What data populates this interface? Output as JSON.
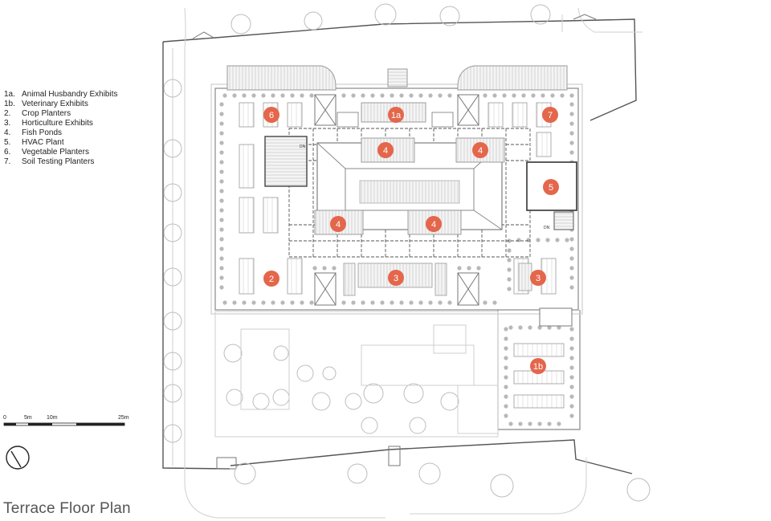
{
  "title": "Terrace Floor Plan",
  "colors": {
    "marker": "#e4664b",
    "line": "#9a9a9a",
    "dark_line": "#444444",
    "label_text": "#ffffff"
  },
  "legend": [
    {
      "code": "1a.",
      "label": "Animal Husbandry Exhibits"
    },
    {
      "code": "1b.",
      "label": "Veterinary Exhibits"
    },
    {
      "code": "2.",
      "label": "Crop Planters"
    },
    {
      "code": "3.",
      "label": "Horticulture Exhibits"
    },
    {
      "code": "4.",
      "label": "Fish Ponds"
    },
    {
      "code": "5.",
      "label": "HVAC Plant"
    },
    {
      "code": "6.",
      "label": "Vegetable Planters"
    },
    {
      "code": "7.",
      "label": "Soil Testing Planters"
    }
  ],
  "scale_bar": {
    "labels": [
      "0",
      "5m",
      "10m",
      "25m"
    ]
  },
  "north_arrow": "north-arrow-icon",
  "markers": [
    {
      "id": "6",
      "label": "6"
    },
    {
      "id": "1a",
      "label": "1a"
    },
    {
      "id": "7",
      "label": "7"
    },
    {
      "id": "4-top-left",
      "label": "4"
    },
    {
      "id": "4-top-right",
      "label": "4"
    },
    {
      "id": "5",
      "label": "5"
    },
    {
      "id": "4-bottom-left",
      "label": "4"
    },
    {
      "id": "4-bottom-right",
      "label": "4"
    },
    {
      "id": "2",
      "label": "2"
    },
    {
      "id": "3-center",
      "label": "3"
    },
    {
      "id": "3-right",
      "label": "3"
    },
    {
      "id": "1b",
      "label": "1b"
    }
  ],
  "small_labels": [
    "DN",
    "DN"
  ]
}
